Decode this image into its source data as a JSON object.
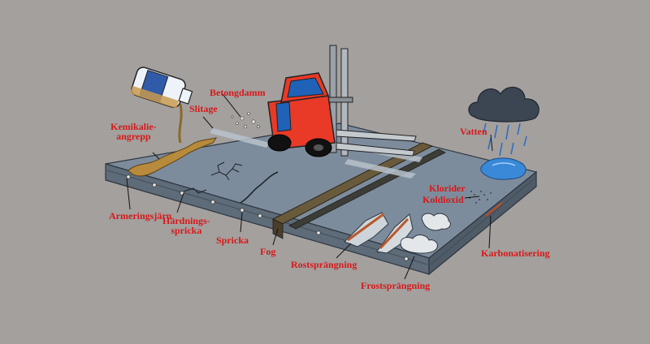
{
  "labels": {
    "kemikalie_line1": "Kemikalie-",
    "kemikalie_line2": "angrepp",
    "slitage": "Slitage",
    "betongdamm": "Betongdamm",
    "vatten": "Vatten",
    "klorider": "Klorider",
    "koldioxid": "Koldioxid",
    "armeringsjarn": "Armeringsjärn",
    "hardnings_line1": "Härdnings-",
    "hardnings_line2": "spricka",
    "spricka": "Spricka",
    "fog": "Fog",
    "rostsprangning": "Rostsprängning",
    "frostsprangning": "Frostsprängning",
    "karbonatisering": "Karbonatisering"
  },
  "colors": {
    "background": "#a3a09e",
    "label_text": "#d81818",
    "slab_top": "#7d8c9c",
    "slab_side": "#5e6b78",
    "forklift_body": "#e83a26",
    "water": "#3a88d8",
    "cloud": "#3b4652",
    "chemical": "#b88a3c"
  }
}
